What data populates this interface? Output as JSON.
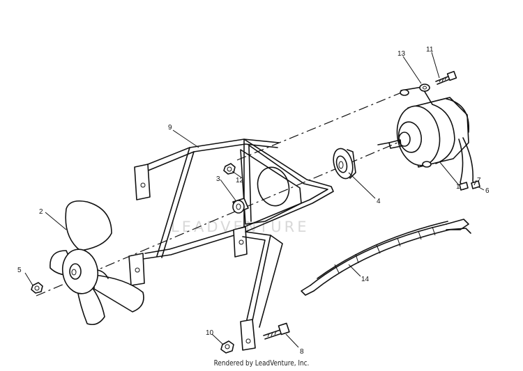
{
  "diagram": {
    "watermark": "LEADVENTURE",
    "credit": "Rendered by LeadVenture, Inc.",
    "callouts": [
      "1",
      "2",
      "3",
      "4",
      "5",
      "6",
      "7",
      "8",
      "9",
      "10",
      "11",
      "12",
      "13",
      "14"
    ]
  },
  "colors": {
    "ink": "#111111",
    "paper": "#ffffff",
    "watermark": "#d8d8d8"
  }
}
